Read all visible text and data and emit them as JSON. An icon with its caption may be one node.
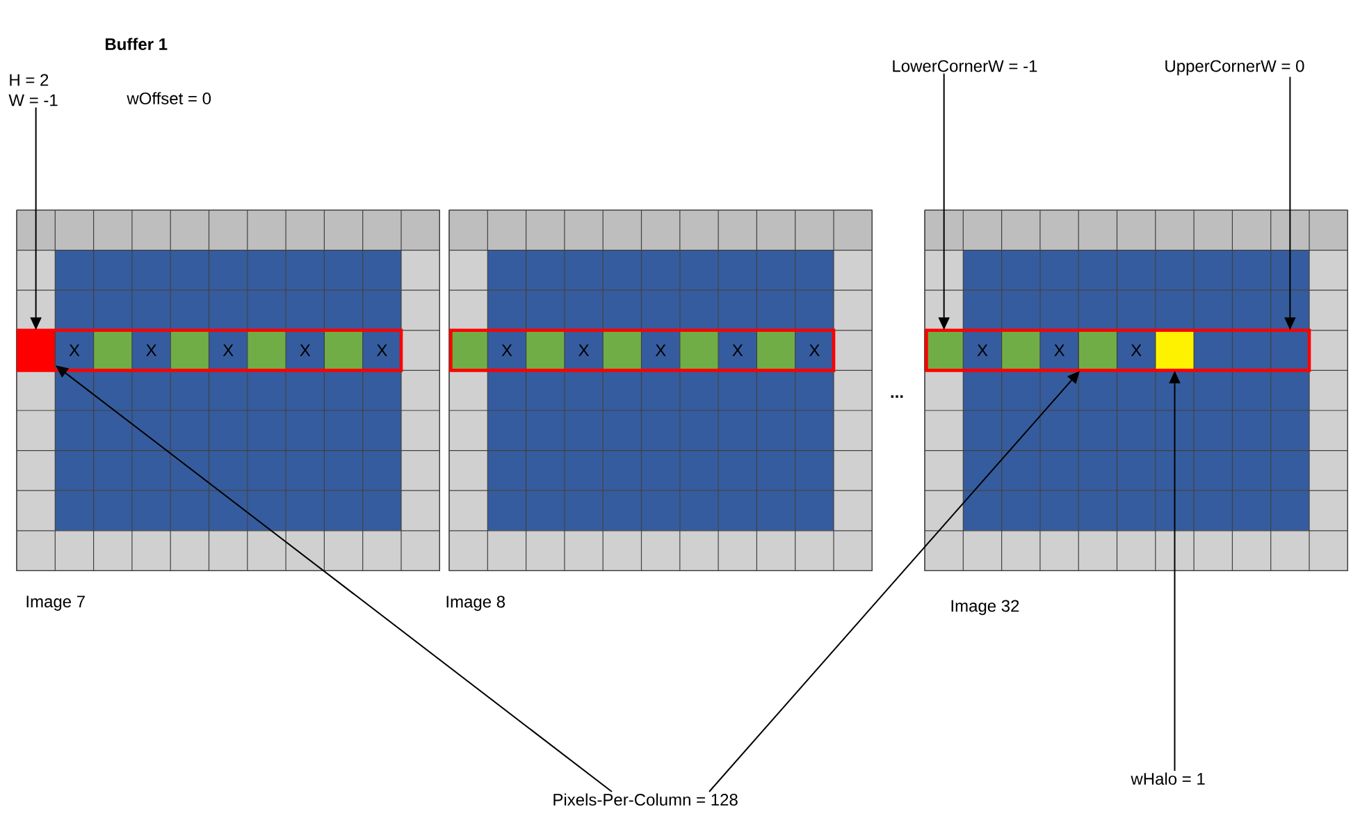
{
  "diagram": {
    "title": "Buffer 1",
    "nodes": [
      {
        "text": [
          "H = 2",
          "W = -1"
        ]
      },
      {
        "text": [
          "Image 7"
        ]
      },
      {
        "text": [],
        "shape": "box",
        "in": 1
      },
      {
        "text": [
          "Image 8"
        ]
      },
      {
        "text": [
          "LowerCornerW = -1"
        ]
      },
      {
        "text": [
          "UpperCornerW = 0"
        ]
      },
      {
        "text": [
          "Image 32"
        ]
      },
      {
        "text": [],
        "shape": "box",
        "in": 6
      },
      {
        "text": [],
        "shape": "box",
        "in": 6
      },
      {
        "text": [],
        "shape": "box",
        "in": 6
      },
      {
        "text": [],
        "shape": "box",
        "in": 6
      },
      {
        "text": [
          "Pixels-Per-Column = 128"
        ]
      },
      {
        "text": [
          "wHalo = 1"
        ]
      }
    ],
    "edges": [
      {
        "from": 0,
        "to": 2,
        "arrow": "to"
      },
      {
        "from": 11,
        "to": 2,
        "arrow": "to"
      },
      {
        "from": 4,
        "to": 7,
        "arrow": "to"
      },
      {
        "from": 5,
        "to": 10,
        "arrow": "to"
      },
      {
        "from": 11,
        "to": 8,
        "arrow": "to"
      },
      {
        "from": 12,
        "to": 9,
        "arrow": "to"
      }
    ],
    "labels": [
      "wOffset = 0",
      "X",
      "X",
      "X",
      "X",
      "X",
      "X",
      "X",
      "X",
      "X",
      "X",
      "...",
      "X",
      "X",
      "X"
    ]
  }
}
